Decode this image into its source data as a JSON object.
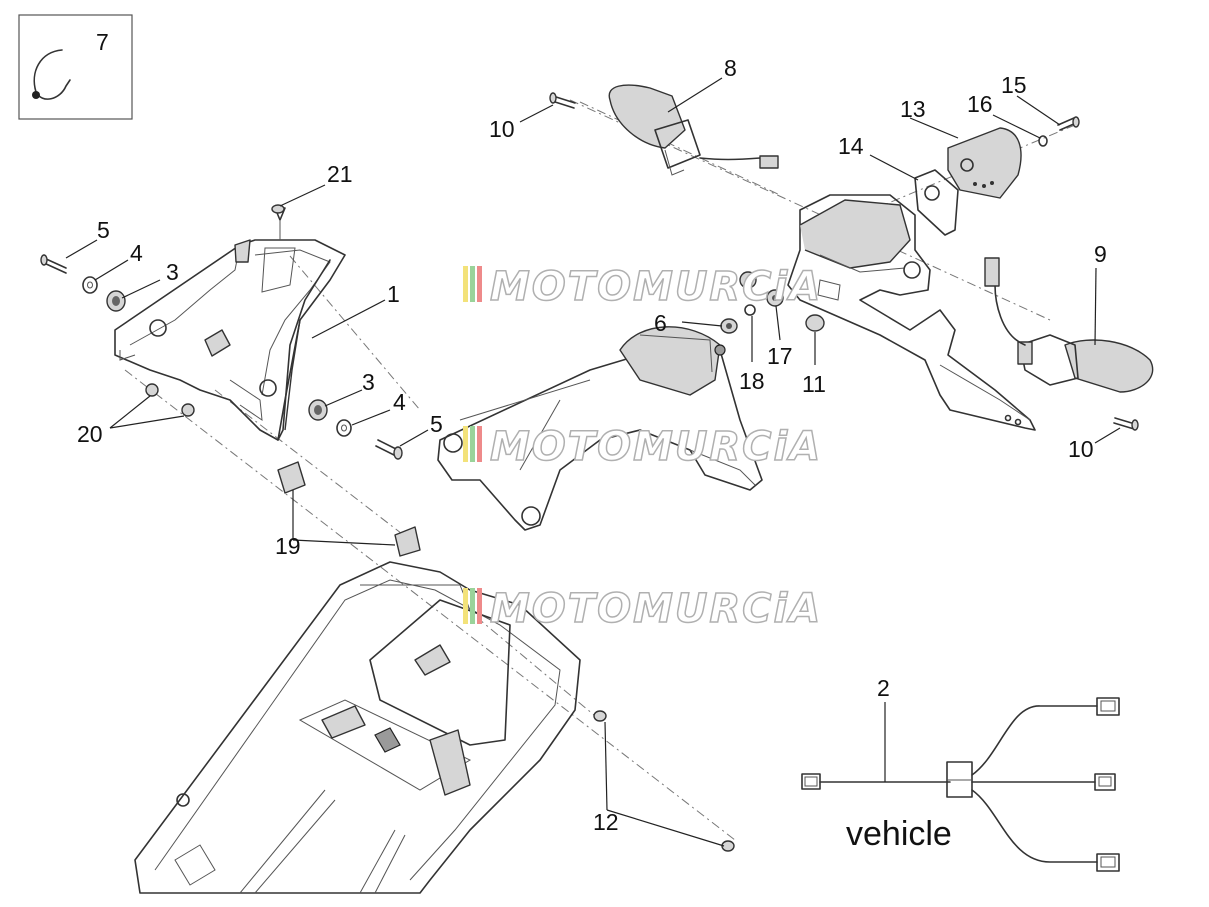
{
  "legend_box": {
    "number": "7"
  },
  "callouts": {
    "c1": "1",
    "c2": "2",
    "c3a": "3",
    "c3b": "3",
    "c4a": "4",
    "c4b": "4",
    "c5a": "5",
    "c5b": "5",
    "c6": "6",
    "c8": "8",
    "c9": "9",
    "c10a": "10",
    "c10b": "10",
    "c11": "11",
    "c12": "12",
    "c13": "13",
    "c14": "14",
    "c15": "15",
    "c16": "16",
    "c17": "17",
    "c18": "18",
    "c19": "19",
    "c20": "20",
    "c21": "21"
  },
  "harness_label": "vehicle",
  "watermarks": [
    "MOTOMURCiA",
    "MOTOMURCiA",
    "MOTOMURCiA"
  ],
  "colors": {
    "line": "#333333",
    "shade": "#d6d6d6",
    "wm_yellow": "#f3e27a",
    "wm_green": "#9ad39a",
    "wm_red": "#ee8a8a"
  }
}
